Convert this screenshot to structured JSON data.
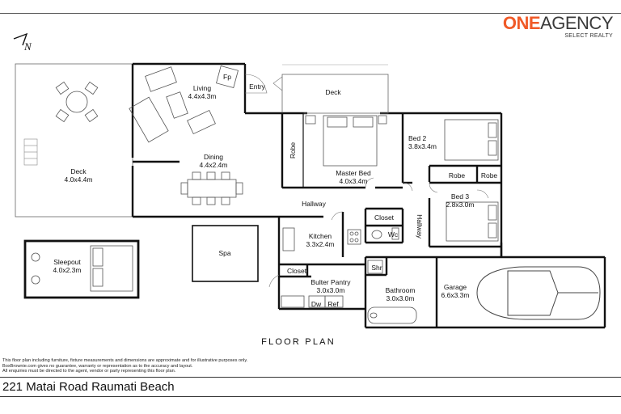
{
  "brand": {
    "name_part1": "ONE",
    "name_part2": "AGENCY",
    "subtitle": "SELECT REALTY"
  },
  "compass_letter": "N",
  "plan_title": "FLOOR PLAN",
  "rooms": {
    "living": {
      "name": "Living",
      "size": "4.4x4.3m"
    },
    "fp": "Fp",
    "entry": "Entry",
    "deck_top": "Deck",
    "deck_left": {
      "name": "Deck",
      "size": "4.0x4.4m"
    },
    "dining": {
      "name": "Dining",
      "size": "4.4x2.4m"
    },
    "robe_master": "Robe",
    "master_bed": {
      "name": "Master Bed",
      "size": "4.0x3.4m"
    },
    "bed2": {
      "name": "Bed 2",
      "size": "3.8x3.4m"
    },
    "robe_a": "Robe",
    "robe_b": "Robe",
    "bed3": {
      "name": "Bed 3",
      "size": "2.8x3.0m"
    },
    "hallway": "Hallway",
    "hallway_vertical": "Hallway",
    "closet_hall": "Closet",
    "wc": "Wc",
    "kitchen": {
      "name": "Kitchen",
      "size": "3.3x2.4m"
    },
    "spa": "Spa",
    "sleepout": {
      "name": "Sleepout",
      "size": "4.0x2.3m"
    },
    "closet_pantry": "Closet",
    "butler_pantry": {
      "name": "Bulter Pantry",
      "size": "3.0x3.0m"
    },
    "shr": "Shr",
    "bathroom": {
      "name": "Bathroom",
      "size": "3.0x3.0m"
    },
    "garage": {
      "name": "Garage",
      "size": "6.6x3.3m"
    },
    "dw": "Dw",
    "ref": "Ref"
  },
  "disclaimer": {
    "line1": "This floor plan including furniture, fixture measurements and dimensions are approximate and for illustrative purposes only.",
    "line2": "BoxBrownie.com gives no guarantee, warranty or representation as to the accuracy and layout.",
    "line3": "All enquiries must be directed to the agent, vendor or party representing this floor plan."
  },
  "address": "221 Matai Road Raumati Beach",
  "colors": {
    "brand_orange": "#f05a28",
    "wall": "#111111",
    "furniture": "#555555"
  }
}
